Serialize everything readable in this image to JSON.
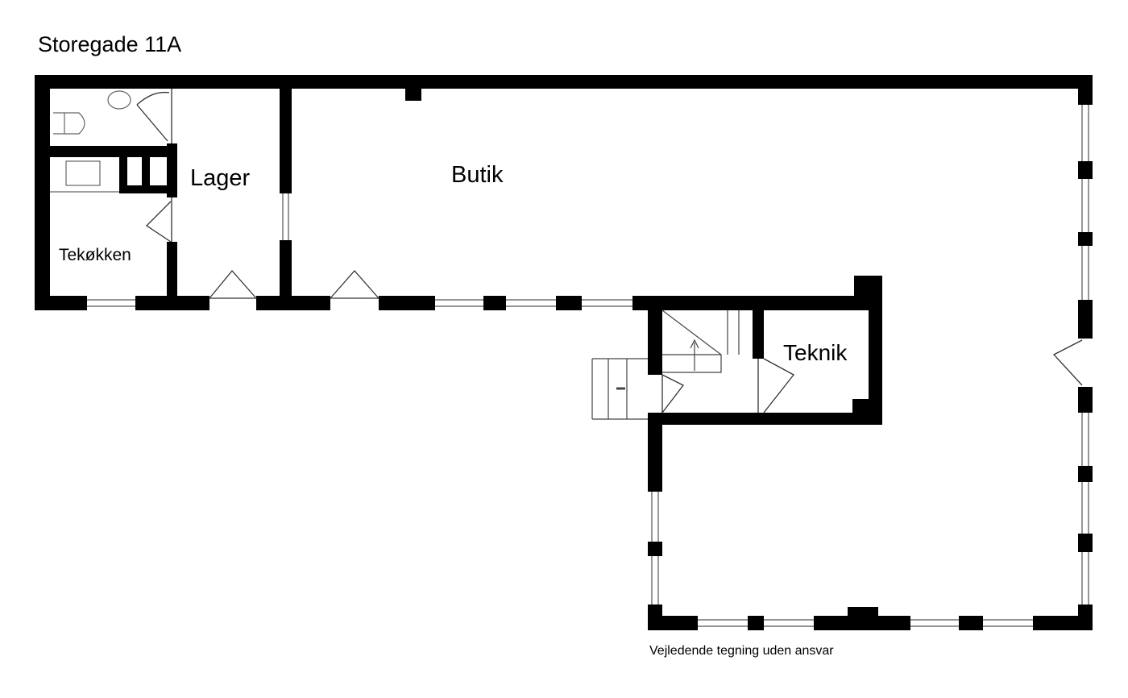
{
  "title": "Storegade 11A",
  "rooms": {
    "lager": "Lager",
    "butik": "Butik",
    "tekokken": "Tekøkken",
    "teknik": "Teknik"
  },
  "footer": "Vejledende tegning uden ansvar",
  "colors": {
    "wall": "#000000",
    "line": "#555555",
    "background": "#ffffff"
  }
}
